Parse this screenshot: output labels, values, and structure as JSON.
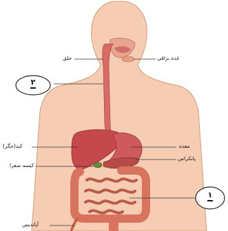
{
  "labels": {
    "halq": "حلق",
    "ghodde_bozaghi": "غده بزاقی",
    "kabed": "کبد(جگر)",
    "kiseh_safra": "کیسه صفرا",
    "meadeh": "معده",
    "pankras": "پانکراس",
    "apandis": "آپاندیس"
  },
  "callouts": {
    "two": "۲",
    "one": "۱"
  },
  "colors": {
    "skin": "#f6cdb2",
    "skin_outline": "#d49a78",
    "esophagus": "#d86b64",
    "liver": "#c5484c",
    "stomach": "#cf5a5e",
    "intestine": "#df8770",
    "gallbladder": "#6a8a3a"
  }
}
